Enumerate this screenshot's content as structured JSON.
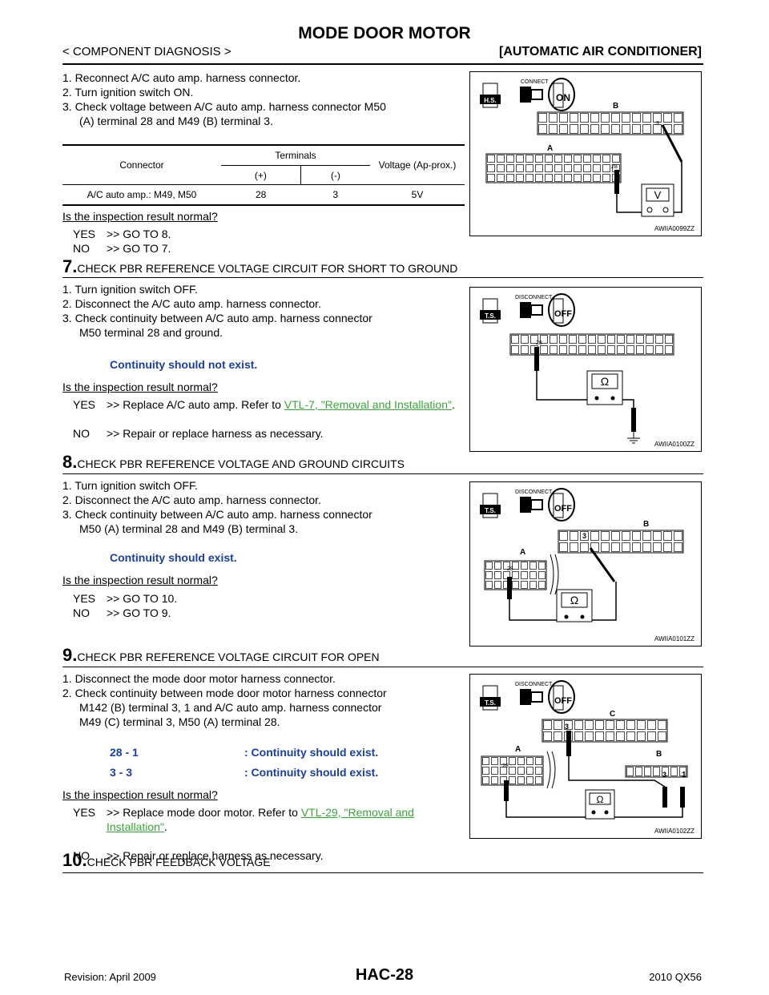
{
  "header": {
    "title": "MODE DOOR MOTOR",
    "section": "< COMPONENT DIAGNOSIS >",
    "system": "[AUTOMATIC AIR CONDITIONER]"
  },
  "step6": {
    "items": [
      "1. Reconnect A/C auto amp. harness connector.",
      "2. Turn ignition switch ON.",
      "3. Check voltage between A/C auto amp. harness connector M50",
      "(A) terminal 28 and M49 (B) terminal 3."
    ],
    "table": {
      "col_connector": "Connector",
      "col_terminals": "Terminals",
      "col_plus": "(+)",
      "col_minus": "(-)",
      "col_voltage": "Voltage (Ap-prox.)",
      "row_connector": "A/C auto amp.: M49, M50",
      "row_plus": "28",
      "row_minus": "3",
      "row_voltage": "5V"
    },
    "question": "Is the inspection result normal?",
    "yes_key": "YES",
    "yes_val": ">> GO TO 8.",
    "no_key": "NO",
    "no_val": ">> GO TO 7.",
    "figure": {
      "id": "AWIIA0099ZZ",
      "mode": "H.S.",
      "label_a": "A",
      "label_b": "B",
      "pin_a": "28",
      "pin_b": "3",
      "meter": "V",
      "switch_top": "CONNECT",
      "switch_text": "ON"
    }
  },
  "step7": {
    "num": "7.",
    "title": "CHECK PBR REFERENCE VOLTAGE CIRCUIT FOR SHORT TO GROUND",
    "items": [
      "1. Turn ignition switch OFF.",
      "2. Disconnect the A/C auto amp. harness connector.",
      "3. Check continuity between A/C auto amp. harness connector",
      "M50 terminal 28 and ground."
    ],
    "spec": "Continuity should not exist.",
    "question": "Is the inspection result normal?",
    "yes_key": "YES",
    "yes_val": ">> Replace A/C auto amp. Refer to ",
    "yes_link": "VTL-7, \"Removal and Installation\"",
    "yes_end": ".",
    "no_key": "NO",
    "no_val": ">> Repair or replace harness as necessary.",
    "figure": {
      "id": "AWIIA0100ZZ",
      "mode": "T.S.",
      "pin": "28",
      "meter": "Ω",
      "switch_top": "DISCONNECT",
      "switch_text": "OFF"
    }
  },
  "step8": {
    "num": "8.",
    "title": "CHECK PBR REFERENCE VOLTAGE AND GROUND CIRCUITS",
    "items": [
      "1. Turn ignition switch OFF.",
      "2. Disconnect the A/C auto amp. harness connector.",
      "3. Check continuity between A/C auto amp. harness connector",
      "M50 (A) terminal 28 and M49 (B) terminal 3."
    ],
    "spec": "Continuity should exist.",
    "question": "Is the inspection result normal?",
    "yes_key": "YES",
    "yes_val": ">> GO TO 10.",
    "no_key": "NO",
    "no_val": ">> GO TO 9.",
    "figure": {
      "id": "AWIIA0101ZZ",
      "mode": "T.S.",
      "label_a": "A",
      "label_b": "B",
      "pin_a": "28",
      "pin_b": "3",
      "meter": "Ω",
      "switch_top": "DISCONNECT",
      "switch_text": "OFF"
    }
  },
  "step9": {
    "num": "9.",
    "title": "CHECK PBR REFERENCE VOLTAGE CIRCUIT FOR OPEN",
    "items": [
      "1. Disconnect the mode door motor harness connector.",
      "2. Check continuity between mode door motor harness connector",
      "M142 (B) terminal 3, 1 and A/C auto amp. harness connector",
      "M49 (C) terminal 3, M50 (A) terminal 28."
    ],
    "spec1_key": "28 - 1",
    "spec1_val": ": Continuity should exist.",
    "spec2_key": "3 - 3",
    "spec2_val": ": Continuity should exist.",
    "question": "Is the inspection result normal?",
    "yes_key": "YES",
    "yes_val": ">> Replace mode door motor. Refer to ",
    "yes_link": "VTL-29, \"Removal and Installation\"",
    "yes_end": ".",
    "no_key": "NO",
    "no_val": ">> Repair or replace harness as necessary.",
    "figure": {
      "id": "AWIIA0102ZZ",
      "mode": "T.S.",
      "label_a": "A",
      "label_b": "B",
      "label_c": "C",
      "pin_a": "28",
      "pin_c": "3",
      "pin_b1": "3",
      "pin_b2": "1",
      "meter": "Ω",
      "switch_top": "DISCONNECT",
      "switch_text": "OFF"
    }
  },
  "step10": {
    "num": "10.",
    "title": "CHECK PBR FEEDBACK VOLTAGE"
  },
  "footer": {
    "revision": "Revision: April 2009",
    "page": "HAC-28",
    "model": "2010 QX56"
  }
}
